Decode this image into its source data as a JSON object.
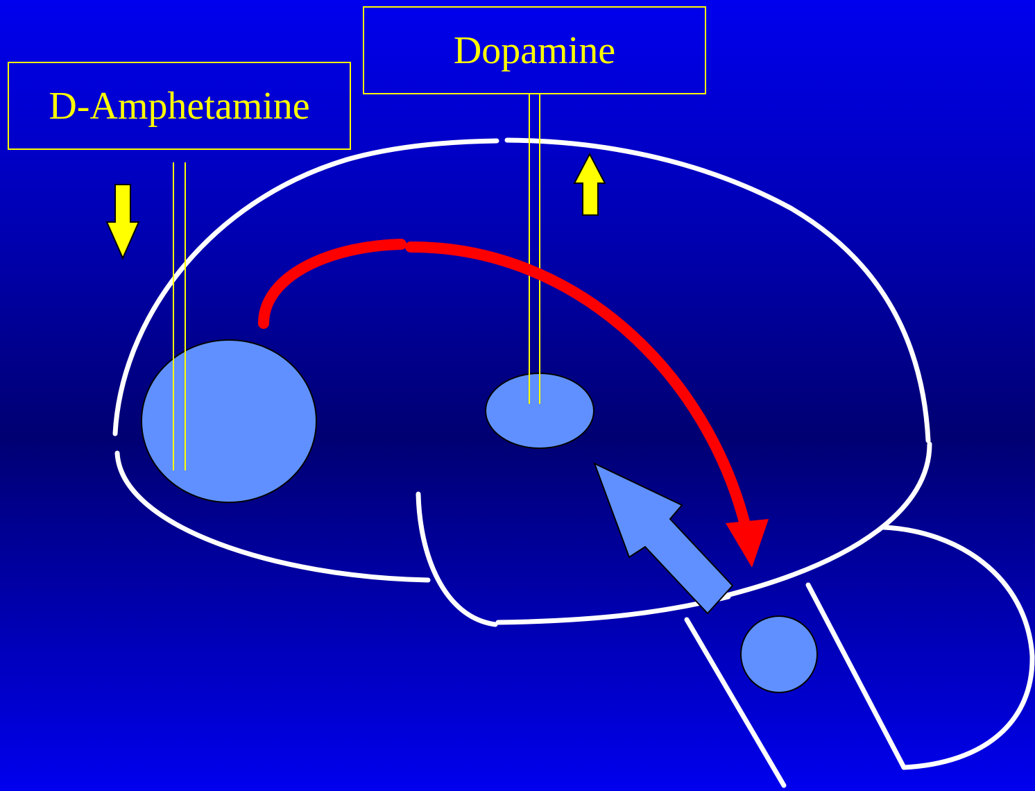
{
  "labels": {
    "amphetamine": "D-Amphetamine",
    "dopamine": "Dopamine"
  },
  "colors": {
    "background_top": "#0000ee",
    "background_mid": "#000072",
    "brain_outline": "#ffffff",
    "nucleus_fill": "#6090ff",
    "pathway_arrow": "#ff0000",
    "indicator_arrow": "#ffff00",
    "label_text": "#ffff00"
  },
  "indicators": {
    "amphetamine_effect": "down",
    "dopamine_effect": "up"
  }
}
